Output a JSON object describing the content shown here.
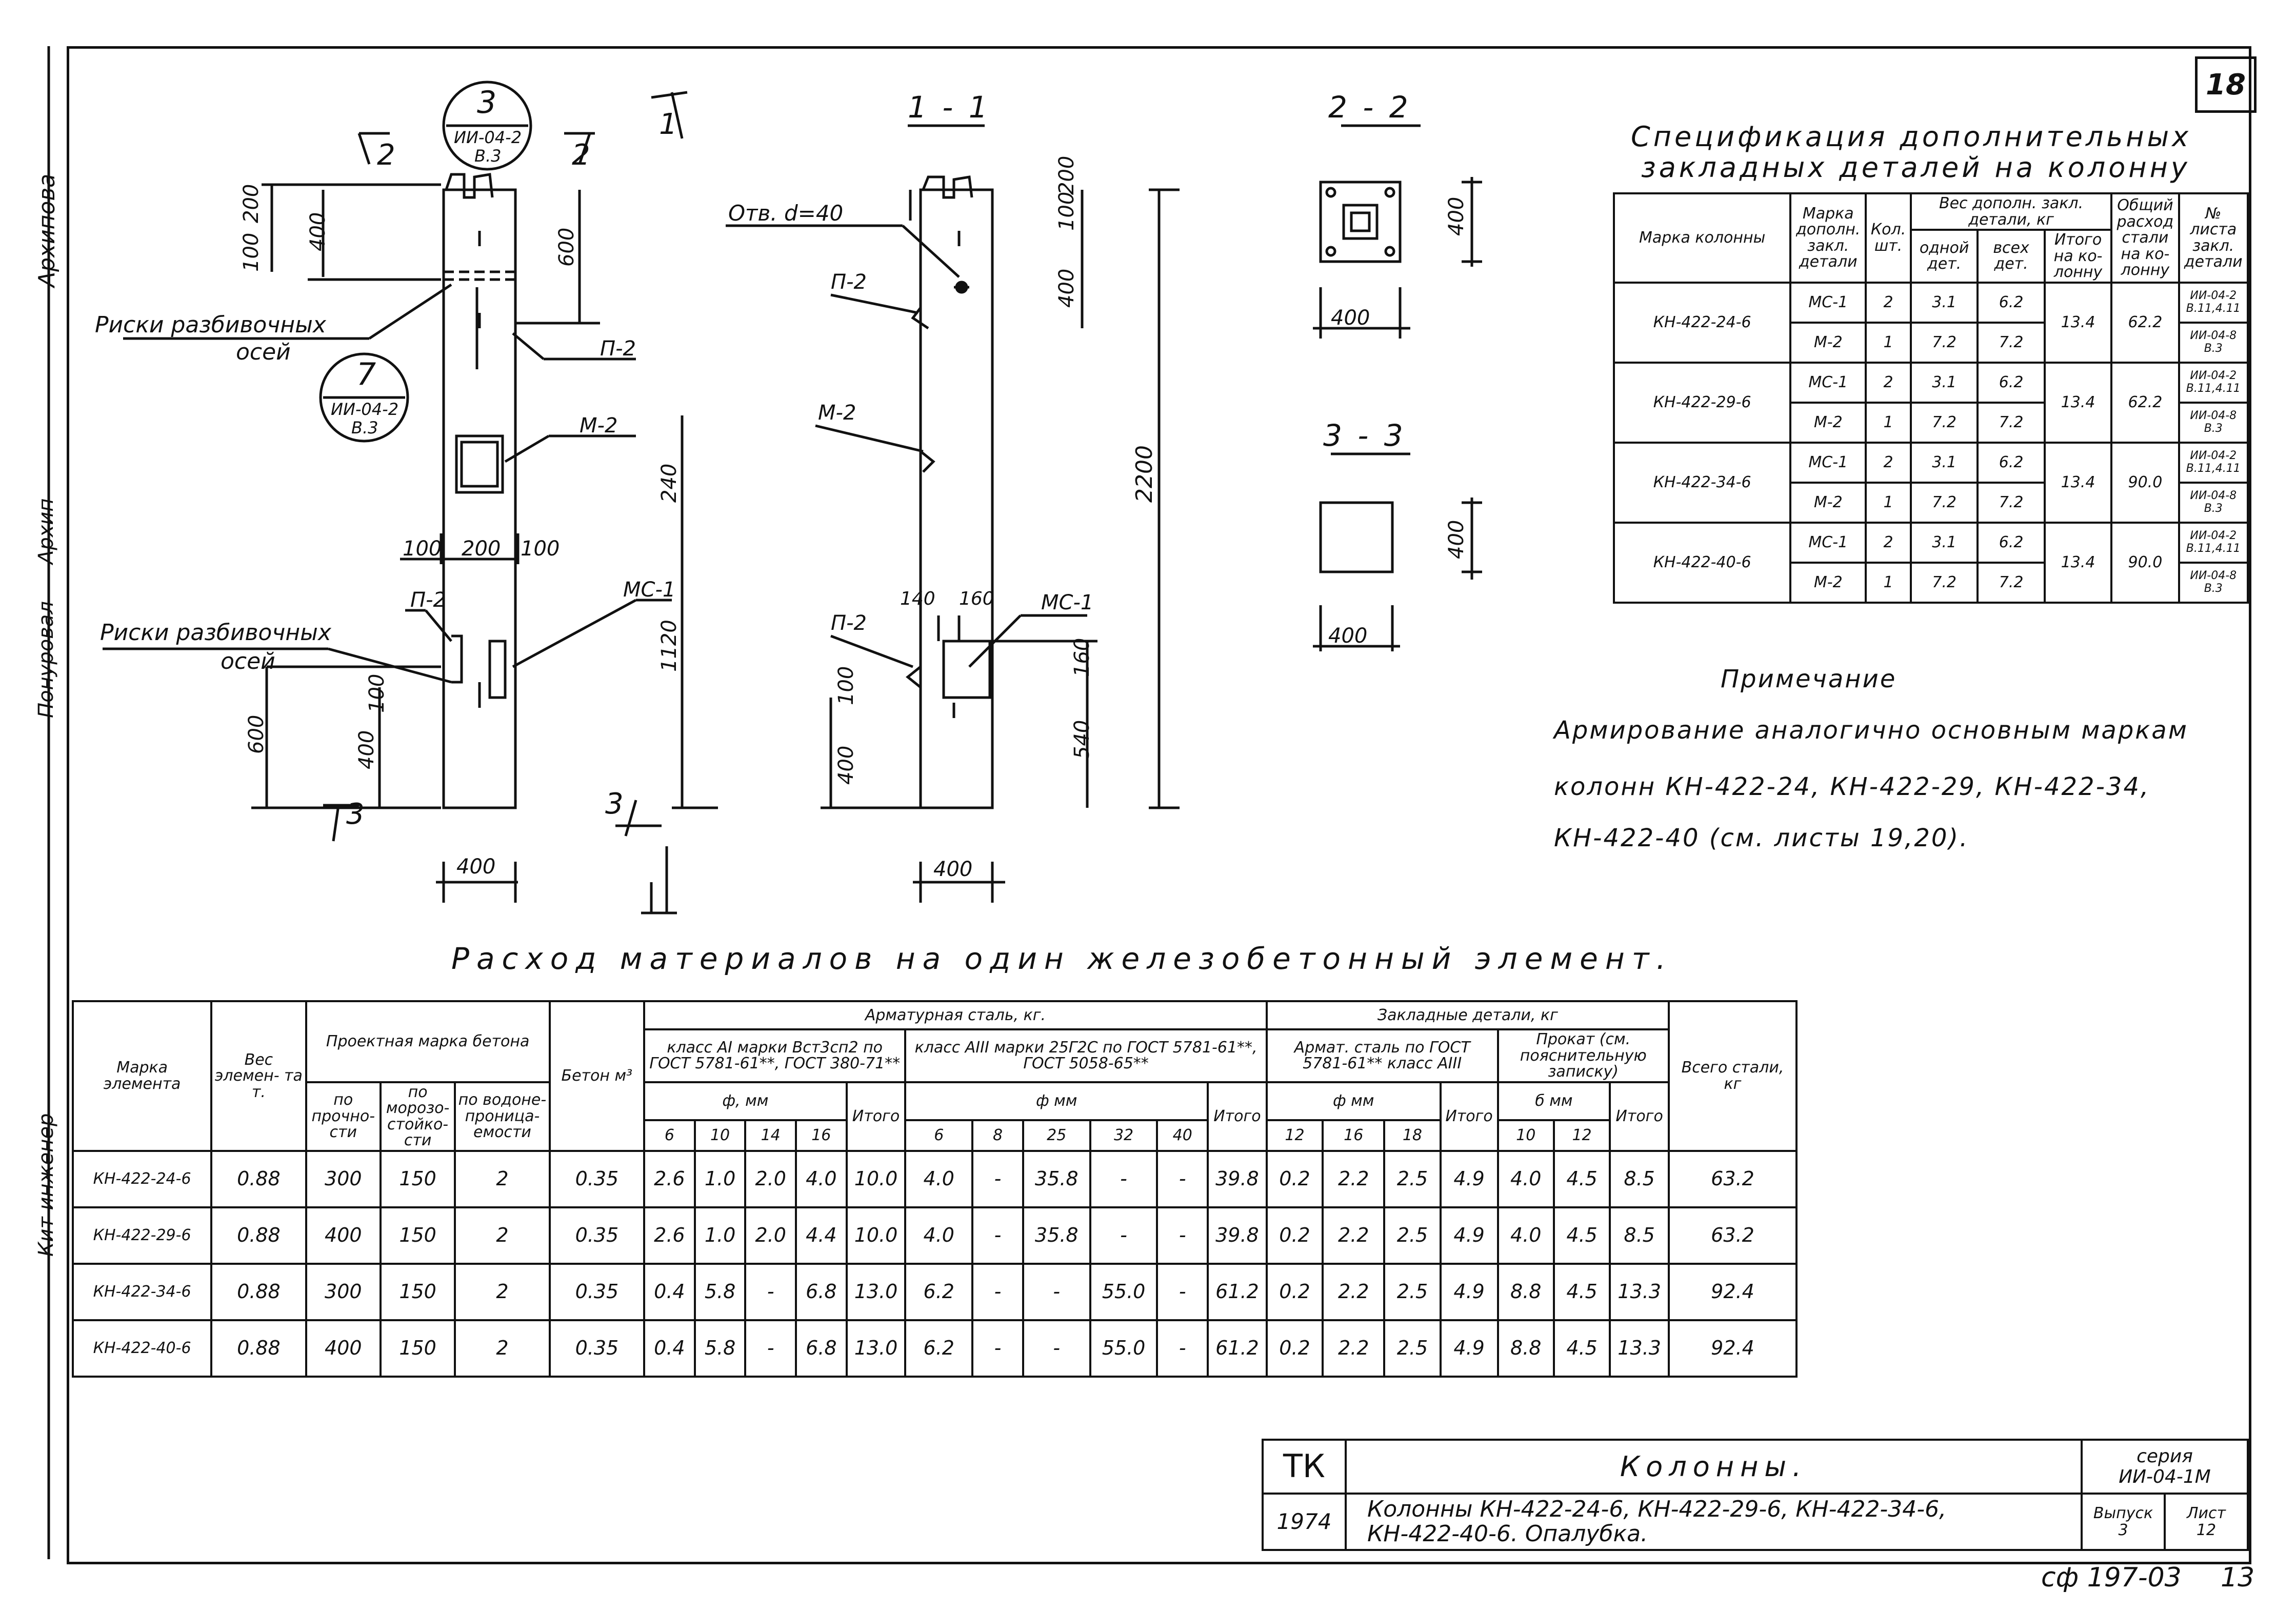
{
  "sheet_number": "18",
  "footer_code": "сф 197-03",
  "footer_page": "13",
  "side_labels": {
    "author": "Архипова",
    "side2": "Архип",
    "side3": "Понуровал",
    "side4": "Кит инженер"
  },
  "drawing": {
    "callout_top": {
      "num": "3",
      "ref": "ИИ-04-2",
      "sub": "В.3"
    },
    "callout_mid": {
      "num": "7",
      "ref": "ИИ-04-2",
      "sub": "В.3"
    },
    "section_marks": {
      "s1": "1",
      "s2": "2",
      "s3": "3"
    },
    "label_risks_1": "Риски разбивочных",
    "label_risks_1b": "осей",
    "label_risks_2": "Риски разбивочных",
    "label_risks_2b": "осей",
    "dims": {
      "d100": "100",
      "d200": "200",
      "d400": "400",
      "d600": "600",
      "d240": "240",
      "d1120": "1120",
      "d2200": "2200",
      "d140": "140",
      "d160": "160",
      "d540": "540"
    },
    "parts": {
      "p2": "П-2",
      "m2": "М-2",
      "mc1": "МС-1"
    },
    "hole_label": "Отв. d=40",
    "section11": "1 - 1",
    "section22": "2 - 2",
    "section33": "3 - 3"
  },
  "spec": {
    "title_line1": "Спецификация дополнительных",
    "title_line2": "закладных деталей на колонну",
    "headers": {
      "mark": "Марка колонны",
      "detail": "Марка дополн. закл. детали",
      "qty": "Кол. шт.",
      "weight": "Вес дополн. закл. детали, кг",
      "one": "одной дет.",
      "all": "всех дет.",
      "total": "Итого на ко- лонну",
      "common": "Общий расход стали на ко- лонну",
      "sheet": "№ листа закл. детали"
    },
    "rows": [
      {
        "mark": "КН-422-24-6",
        "d1": "МС-1",
        "q1": "2",
        "o1": "3.1",
        "a1": "6.2",
        "d2": "М-2",
        "q2": "1",
        "o2": "7.2",
        "a2": "7.2",
        "total": "13.4",
        "common": "62.2",
        "s1": "ИИ-04-2 В.11,4.11",
        "s2": "ИИ-04-8 В.3"
      },
      {
        "mark": "КН-422-29-6",
        "d1": "МС-1",
        "q1": "2",
        "o1": "3.1",
        "a1": "6.2",
        "d2": "М-2",
        "q2": "1",
        "o2": "7.2",
        "a2": "7.2",
        "total": "13.4",
        "common": "62.2",
        "s1": "ИИ-04-2 В.11,4.11",
        "s2": "ИИ-04-8 В.3"
      },
      {
        "mark": "КН-422-34-6",
        "d1": "МС-1",
        "q1": "2",
        "o1": "3.1",
        "a1": "6.2",
        "d2": "М-2",
        "q2": "1",
        "o2": "7.2",
        "a2": "7.2",
        "total": "13.4",
        "common": "90.0",
        "s1": "ИИ-04-2 В.11,4.11",
        "s2": "ИИ-04-8 В.3"
      },
      {
        "mark": "КН-422-40-6",
        "d1": "МС-1",
        "q1": "2",
        "o1": "3.1",
        "a1": "6.2",
        "d2": "М-2",
        "q2": "1",
        "o2": "7.2",
        "a2": "7.2",
        "total": "13.4",
        "common": "90.0",
        "s1": "ИИ-04-2 В.11,4.11",
        "s2": "ИИ-04-8 В.3"
      }
    ]
  },
  "note": {
    "heading": "Примечание",
    "line1": "Армирование аналогично основным маркам",
    "line2": "колонн КН-422-24, КН-422-29, КН-422-34,",
    "line3": "КН-422-40 (см. листы 19,20)."
  },
  "materials": {
    "title": "Расход материалов на один железобетонный элемент.",
    "headers": {
      "mark": "Марка элемента",
      "weight": "Вес элемен- та т.",
      "design": "Проектная марка бетона",
      "strength": "по прочно- сти",
      "frost": "по морозо- стойко- сти",
      "water": "по водоне- проница- емости",
      "concrete": "Бетон м³",
      "rebar": "Арматурная сталь, кг.",
      "classA1": "класс АI марки Вст3сп2 по ГОСТ 5781-61**, ГОСТ 380-71**",
      "classA3": "класс АIII марки 25Г2С по ГОСТ 5781-61**, ГОСТ 5058-65**",
      "embedded": "Закладные детали, кг",
      "armat": "Армат. сталь по ГОСТ 5781-61** класс АIII",
      "prokat": "Прокат (см. пояснительную записку)",
      "total": "Всего стали, кг",
      "phi_mm": "ф, мм",
      "phi_mm2": "ф мм",
      "phi_mm3": "ф мм",
      "delta_mm": "б мм",
      "itogo": "Итого"
    },
    "dia_a1": [
      "6",
      "10",
      "14",
      "16"
    ],
    "dia_a3": [
      "6",
      "8",
      "25",
      "32",
      "40"
    ],
    "dia_arm": [
      "12",
      "16",
      "18"
    ],
    "dia_pr": [
      "10",
      "12"
    ],
    "rows": [
      [
        "КН-422-24-6",
        "0.88",
        "300",
        "150",
        "2",
        "0.35",
        "2.6",
        "1.0",
        "2.0",
        "4.0",
        "10.0",
        "4.0",
        "-",
        "35.8",
        "-",
        "-",
        "39.8",
        "0.2",
        "2.2",
        "2.5",
        "4.9",
        "4.0",
        "4.5",
        "8.5",
        "63.2"
      ],
      [
        "КН-422-29-6",
        "0.88",
        "400",
        "150",
        "2",
        "0.35",
        "2.6",
        "1.0",
        "2.0",
        "4.4",
        "10.0",
        "4.0",
        "-",
        "35.8",
        "-",
        "-",
        "39.8",
        "0.2",
        "2.2",
        "2.5",
        "4.9",
        "4.0",
        "4.5",
        "8.5",
        "63.2"
      ],
      [
        "КН-422-34-6",
        "0.88",
        "300",
        "150",
        "2",
        "0.35",
        "0.4",
        "5.8",
        "-",
        "6.8",
        "13.0",
        "6.2",
        "-",
        "-",
        "55.0",
        "-",
        "61.2",
        "0.2",
        "2.2",
        "2.5",
        "4.9",
        "8.8",
        "4.5",
        "13.3",
        "92.4"
      ],
      [
        "КН-422-40-6",
        "0.88",
        "400",
        "150",
        "2",
        "0.35",
        "0.4",
        "5.8",
        "-",
        "6.8",
        "13.0",
        "6.2",
        "-",
        "-",
        "55.0",
        "-",
        "61.2",
        "0.2",
        "2.2",
        "2.5",
        "4.9",
        "8.8",
        "4.5",
        "13.3",
        "92.4"
      ]
    ]
  },
  "stamp": {
    "org": "ТК",
    "year": "1974",
    "name": "Колонны.",
    "desc1": "Колонны КН-422-24-6, КН-422-29-6, КН-422-34-6,",
    "desc2": "КН-422-40-6. Опалубка.",
    "series_label": "серия",
    "series": "ИИ-04-1М",
    "issue_label": "Выпуск",
    "issue": "3",
    "sheet_label": "Лист",
    "sheet": "12"
  }
}
